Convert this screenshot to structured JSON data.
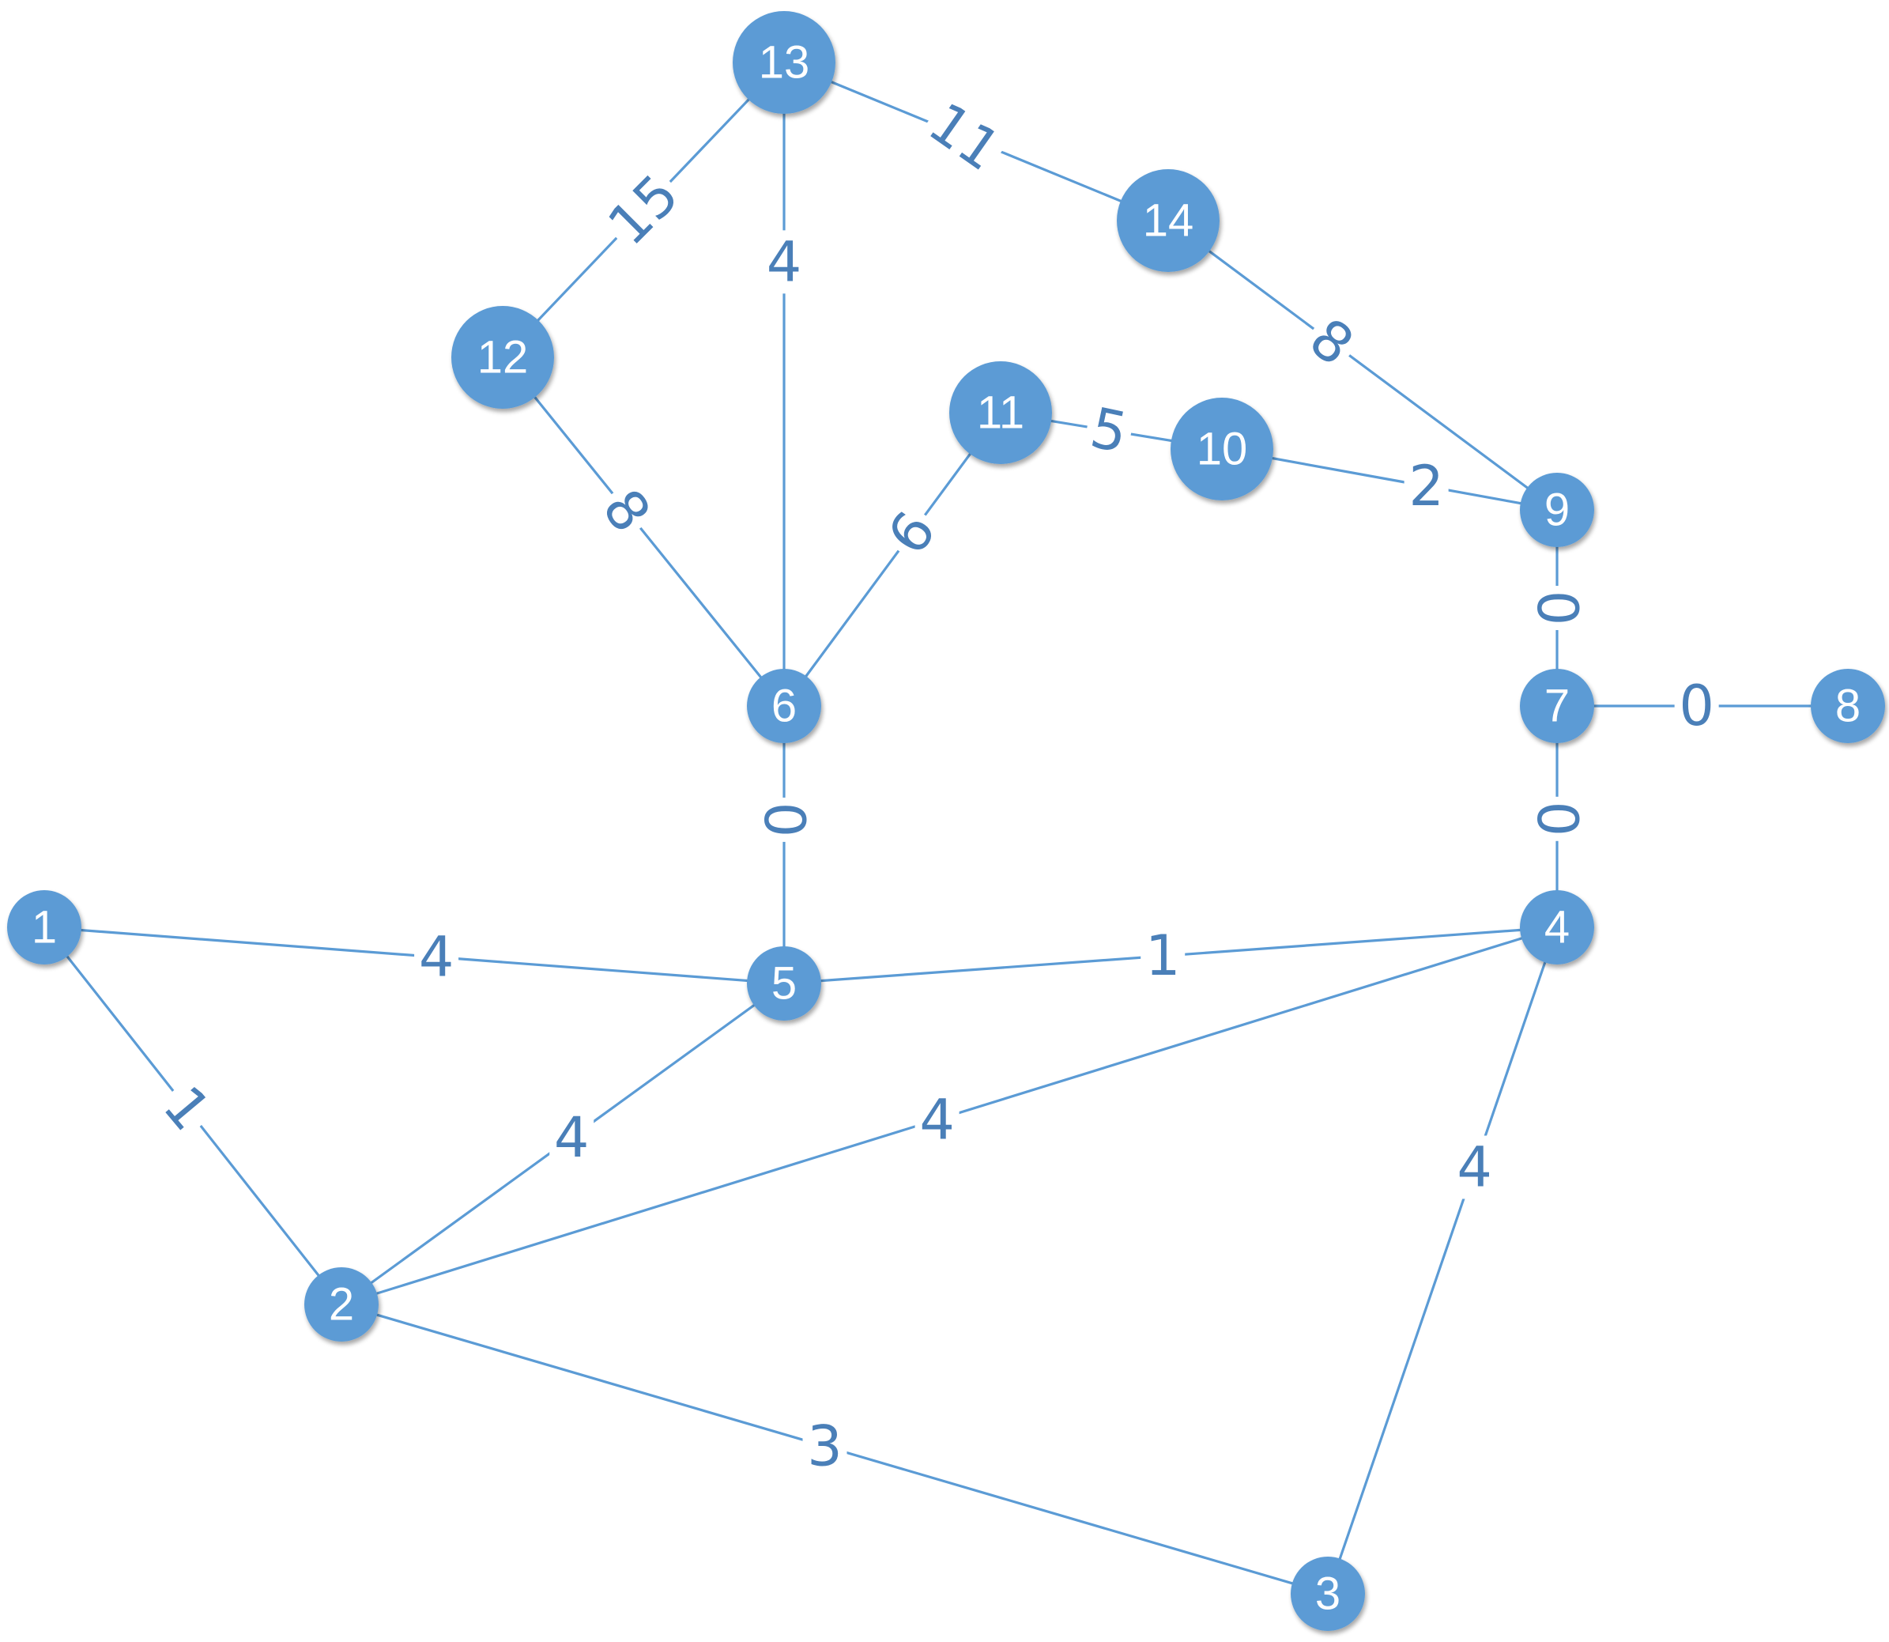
{
  "colors": {
    "node_fill": "#5b9bd5",
    "edge_stroke": "#5b9bd5",
    "edge_label": "#4a7fb8",
    "node_text": "#ffffff",
    "background": "#ffffff"
  },
  "nodes": [
    {
      "id": "1",
      "label": "1"
    },
    {
      "id": "2",
      "label": "2"
    },
    {
      "id": "3",
      "label": "3"
    },
    {
      "id": "4",
      "label": "4"
    },
    {
      "id": "5",
      "label": "5"
    },
    {
      "id": "6",
      "label": "6"
    },
    {
      "id": "7",
      "label": "7"
    },
    {
      "id": "8",
      "label": "8"
    },
    {
      "id": "9",
      "label": "9"
    },
    {
      "id": "10",
      "label": "10"
    },
    {
      "id": "11",
      "label": "11"
    },
    {
      "id": "12",
      "label": "12"
    },
    {
      "id": "13",
      "label": "13"
    },
    {
      "id": "14",
      "label": "14"
    }
  ],
  "edges": [
    {
      "from": "1",
      "to": "5",
      "weight": "4"
    },
    {
      "from": "1",
      "to": "2",
      "weight": "1"
    },
    {
      "from": "5",
      "to": "4",
      "weight": "1"
    },
    {
      "from": "5",
      "to": "2",
      "weight": "4"
    },
    {
      "from": "2",
      "to": "4",
      "weight": "4"
    },
    {
      "from": "2",
      "to": "3",
      "weight": "3"
    },
    {
      "from": "4",
      "to": "3",
      "weight": "4"
    },
    {
      "from": "5",
      "to": "6",
      "weight": "0"
    },
    {
      "from": "6",
      "to": "13",
      "weight": "4"
    },
    {
      "from": "12",
      "to": "6",
      "weight": "8"
    },
    {
      "from": "6",
      "to": "11",
      "weight": "6"
    },
    {
      "from": "13",
      "to": "12",
      "weight": "15"
    },
    {
      "from": "13",
      "to": "14",
      "weight": "11"
    },
    {
      "from": "14",
      "to": "9",
      "weight": "8"
    },
    {
      "from": "11",
      "to": "10",
      "weight": "5"
    },
    {
      "from": "10",
      "to": "9",
      "weight": "2"
    },
    {
      "from": "9",
      "to": "7",
      "weight": "0"
    },
    {
      "from": "7",
      "to": "8",
      "weight": "0"
    },
    {
      "from": "7",
      "to": "4",
      "weight": "0"
    }
  ]
}
